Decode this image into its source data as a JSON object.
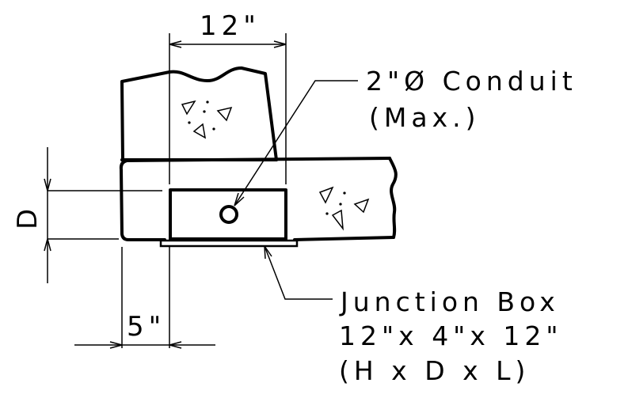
{
  "labels": {
    "width_dim": "12\"",
    "conduit_line1": "2\"Ø Conduit",
    "conduit_line2": "(Max.)",
    "depth_dim": "D",
    "offset_dim": "5\"",
    "box_line1": "Junction Box",
    "box_line2": "12\"x 4\"x 12\"",
    "box_line3": "(H x D x L)"
  }
}
